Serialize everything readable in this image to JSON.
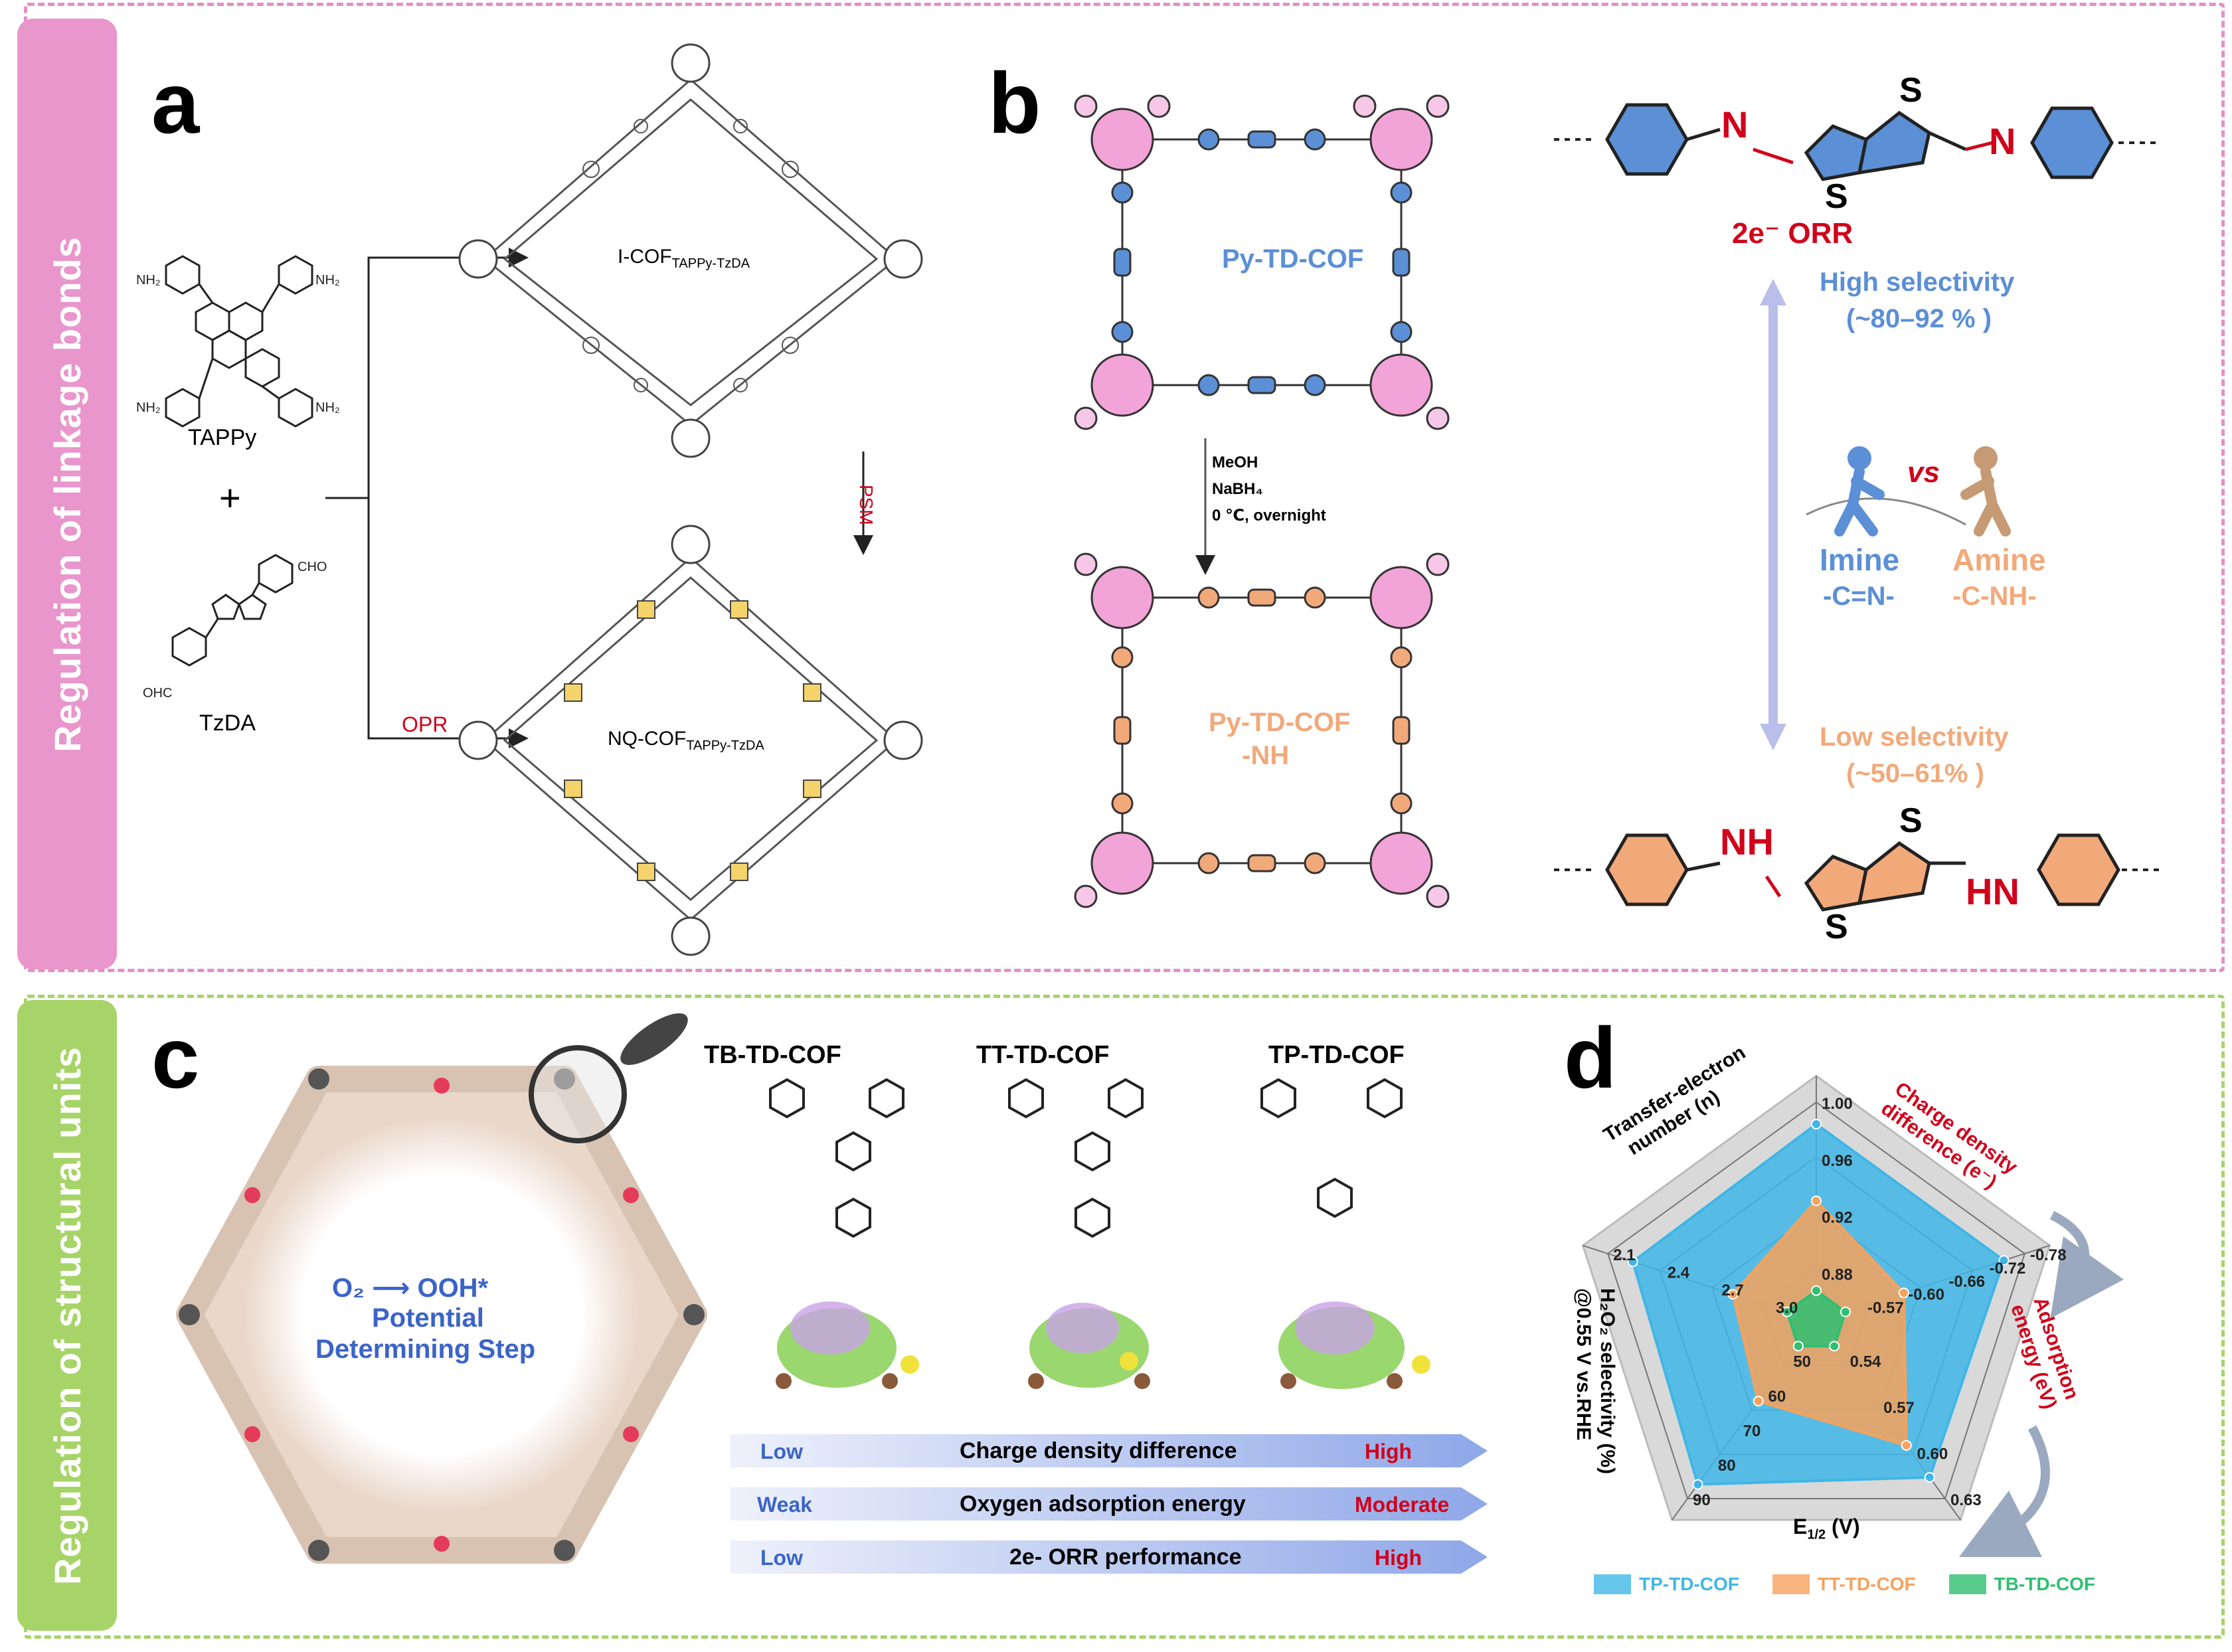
{
  "sections": {
    "top_label": "Regulation of linkage bonds",
    "bottom_label": "Regulation of structural units"
  },
  "panels": {
    "a": "a",
    "b": "b",
    "c": "c",
    "d": "d"
  },
  "panel_a": {
    "monomer1": "TAPPy",
    "plus": "+",
    "monomer2": "TzDA",
    "nh2": "NH₂",
    "cho": "CHO",
    "ohc": "OHC",
    "cof1_main": "I-COF",
    "cof1_sub": "TAPPy-TzDA",
    "cof2_main": "NQ-COF",
    "cof2_sub": "TAPPy-TzDA",
    "route_psm": "PSM",
    "route_opr": "OPR"
  },
  "panel_b": {
    "cof1": "Py-TD-COF",
    "cof2_line1": "Py-TD-COF",
    "cof2_line2": "-NH",
    "cond1": "MeOH",
    "cond2": "NaBH₄",
    "cond3": "0 ℃, overnight",
    "top_n1": "N",
    "top_n2": "N",
    "top_s1": "S",
    "top_s2": "S",
    "orr": "2e⁻ ORR",
    "high_sel": "High selectivity",
    "high_range": "(~80–92 % )",
    "vs": "vs",
    "imine": "Imine",
    "imine_formula": "-C=N-",
    "amine": "Amine",
    "amine_formula": "-C-NH-",
    "low_sel": "Low selectivity",
    "low_range": "(~50–61% )",
    "bot_nh1": "NH",
    "bot_nh2": "HN",
    "bot_s1": "S",
    "bot_s2": "S"
  },
  "panel_c": {
    "reaction": "O₂ ⟶ OOH*",
    "step1": "Potential",
    "step2": "Determining Step",
    "cof_names": [
      "TB-TD-COF",
      "TT-TD-COF",
      "TP-TD-COF"
    ],
    "bars": [
      {
        "left": "Low",
        "center": "Charge density difference",
        "right": "High"
      },
      {
        "left": "Weak",
        "center": "Oxygen adsorption energy",
        "right": "Moderate"
      },
      {
        "left": "Low",
        "center": "2e- ORR performance",
        "right": "High"
      }
    ]
  },
  "colors": {
    "pink_frame": "#e58fc6",
    "green_frame": "#a6d46a",
    "imine_blue": "#5b8fd6",
    "amine_orange": "#f2a97a",
    "red_accent": "#d0021b",
    "tp_series": "#3fb6e6",
    "tt_series": "#f5a25d",
    "tb_series": "#2fbf71"
  },
  "chart_data": {
    "type": "radar",
    "axes": [
      {
        "label": "Transfer-electron number (n)",
        "ticks": [
          "1.00",
          "0.96",
          "0.92",
          "0.88"
        ],
        "min": 0.88,
        "max": 1.0
      },
      {
        "label": "Charge density difference (e⁻)",
        "ticks": [
          "-0.78",
          "-0.72",
          "-0.66",
          "-0.60",
          "-0.57"
        ],
        "min": -0.57,
        "max": -0.78
      },
      {
        "label": "Adsorption energy (eV)",
        "ticks": [
          "0.63",
          "0.60",
          "0.57",
          "0.54"
        ],
        "min": 0.54,
        "max": 0.63
      },
      {
        "label": "E1/2 (V)",
        "ticks": [
          "90",
          "80",
          "70",
          "60",
          "50"
        ],
        "min": 50,
        "max": 90
      },
      {
        "label": "H2O2 selectivity (%) @0.55 V vs.RHE",
        "ticks": [
          "2.1",
          "2.4",
          "2.7",
          "3.0"
        ],
        "min": 3.0,
        "max": 2.1
      }
    ],
    "series": [
      {
        "name": "TP-TD-COF",
        "fractions": [
          0.9,
          0.9,
          0.88,
          0.92,
          0.88
        ]
      },
      {
        "name": "TT-TD-COF",
        "fractions": [
          0.55,
          0.42,
          0.7,
          0.45,
          0.4
        ]
      },
      {
        "name": "TB-TD-COF",
        "fractions": [
          0.14,
          0.14,
          0.14,
          0.14,
          0.14
        ]
      }
    ],
    "axis_title_main": [
      "Transfer-electron",
      "number (n)"
    ],
    "axis_title_cd": [
      "Charge density",
      "difference (e⁻)"
    ],
    "axis_title_ads": [
      "Adsorption",
      "energy (eV)"
    ],
    "axis_title_e12": "E",
    "axis_title_e12_sub": "1/2",
    "axis_title_e12_unit": " (V)",
    "axis_title_sel1": "H₂O₂ selectivity (%)",
    "axis_title_sel2": "@0.55 V vs.RHE"
  }
}
